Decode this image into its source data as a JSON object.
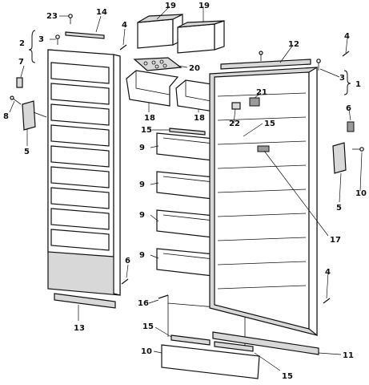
{
  "callouts": {
    "c1": "1",
    "c2": "2",
    "c3a": "3",
    "c3b": "3",
    "c4a": "4",
    "c4b": "4",
    "c4c": "4",
    "c5a": "5",
    "c5b": "5",
    "c6a": "6",
    "c6b": "6",
    "c7": "7",
    "c8": "8",
    "c9a": "9",
    "c9b": "9",
    "c9c": "9",
    "c9d": "9",
    "c10a": "10",
    "c10b": "10",
    "c11": "11",
    "c12": "12",
    "c13": "13",
    "c14": "14",
    "c15a": "15",
    "c15b": "15",
    "c15c": "15",
    "c15d": "15",
    "c16": "16",
    "c17": "17",
    "c18a": "18",
    "c18b": "18",
    "c19a": "19",
    "c19b": "19",
    "c20": "20",
    "c21": "21",
    "c22": "22",
    "c23": "23"
  }
}
